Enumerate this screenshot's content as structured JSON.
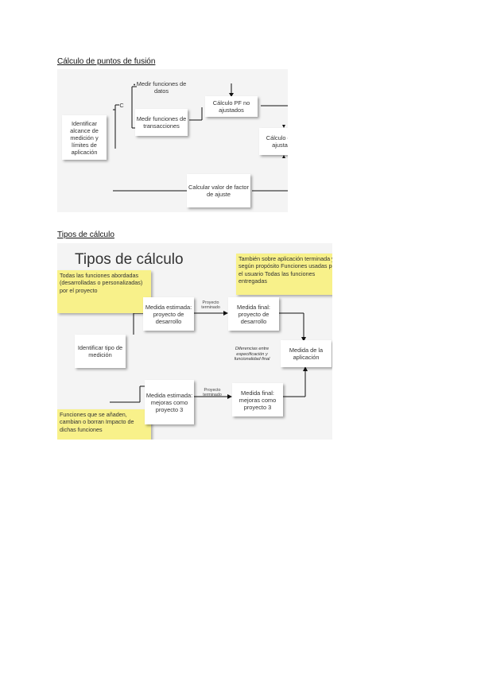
{
  "section1": {
    "heading": "Cálculo de puntos de fusión",
    "diagram": {
      "identify_scope": "Identificar alcance de medición y límites de aplicación",
      "measure_data": "Medir funciones de datos",
      "measure_transactions": "Medir funciones de transacciones",
      "calc_unadjusted": "Cálculo PF no ajustados",
      "calc_adjusted": "Cálculo de PF ajustados",
      "calc_factor": "Calcular valor de factor de ajuste"
    }
  },
  "section2": {
    "heading": "Tipos de cálculo",
    "diagram": {
      "slide_title": "Tipos de cálculo",
      "note_top_left": "Todas las funciones abordadas (desarrolladas o personalizadas) por el proyecto",
      "note_top_right": "También sobre aplicación terminada y según propósito Funciones usadas por el usuario Todas las funciones entregadas",
      "note_bottom_left": "Funciones que se añaden, cambian o borran Impacto de dichas funciones",
      "identify_type": "Identificar tipo de medición",
      "est_dev": "Medida estimada: proyecto de desarrollo",
      "final_dev": "Medida final: proyecto de desarrollo",
      "app_measure": "Medida de la aplicación",
      "est_improve": "Medida estimada: mejoras como proyecto 3",
      "final_improve": "Medida final: mejoras como proyecto 3",
      "label_project_done_1": "Proyecto terminado",
      "label_project_done_2": "Proyecto terminado",
      "label_differences": "Diferencias entre especificación y funcionalidad final"
    }
  }
}
